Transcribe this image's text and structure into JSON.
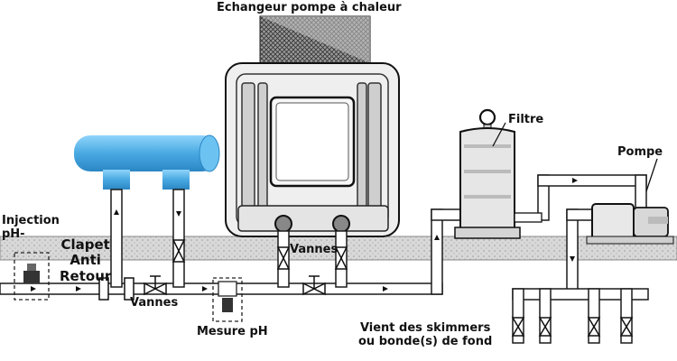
{
  "labels": {
    "echangeur": "Echangeur pompe à chaleur",
    "filtre": "Filtre",
    "pompe": "Pompe",
    "injection_line1": "Injection",
    "injection_line2": "pH-",
    "clapet_line1": "Clapet",
    "clapet_line2": "Anti",
    "clapet_line3": "Retour",
    "vannes_left": "Vannes",
    "vannes_center": "Vannes",
    "mesure_ph": "Mesure pH",
    "skimmers_line1": "Vient des skimmers",
    "skimmers_line2": "ou bonde(s) de fond"
  },
  "colors": {
    "pipe_stroke": "#1a1a1a",
    "pipe_fill": "#ffffff",
    "ground": "#d6d6d6",
    "collector_blue": "#4fb0e6",
    "unit_body": "#ececec",
    "grille": "#7a7a7a"
  }
}
